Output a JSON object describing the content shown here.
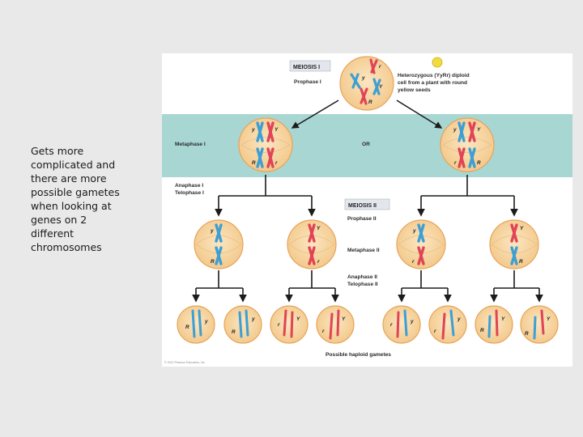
{
  "side_note": "Gets more complicated and there are more possible gametes when looking at genes on 2 different chromosomes",
  "figure": {
    "meiosis1_title": "MEIOSIS I",
    "meiosis2_title": "MEIOSIS II",
    "prophase1": "Prophase I",
    "metaphase1": "Metaphase I",
    "or_label": "OR",
    "anaphase1": "Anaphase I",
    "telophase1": "Telophase I",
    "prophase2": "Prophase II",
    "metaphase2": "Metaphase II",
    "anaphase2": "Anaphase II",
    "telophase2": "Telophase II",
    "cell_desc_line1": "Heterozygous (YyRr) diploid",
    "cell_desc_line2": "cell from a plant with round",
    "cell_desc_line3": "yellow seeds",
    "gametes_label": "Possible haploid gametes",
    "copyright": "© 2012 Pearson Education, Inc.",
    "alleles": {
      "Y": "Y",
      "y": "y",
      "R": "R",
      "r": "r"
    }
  },
  "colors": {
    "band": "#a7d6d3",
    "cell_fill": "#f6d8a4",
    "cell_stroke": "#e7a458",
    "blue_chrom": "#3d9fd3",
    "red_chrom": "#e04456",
    "arrow": "#1c1c1c",
    "seed": "#f1dc3d"
  }
}
